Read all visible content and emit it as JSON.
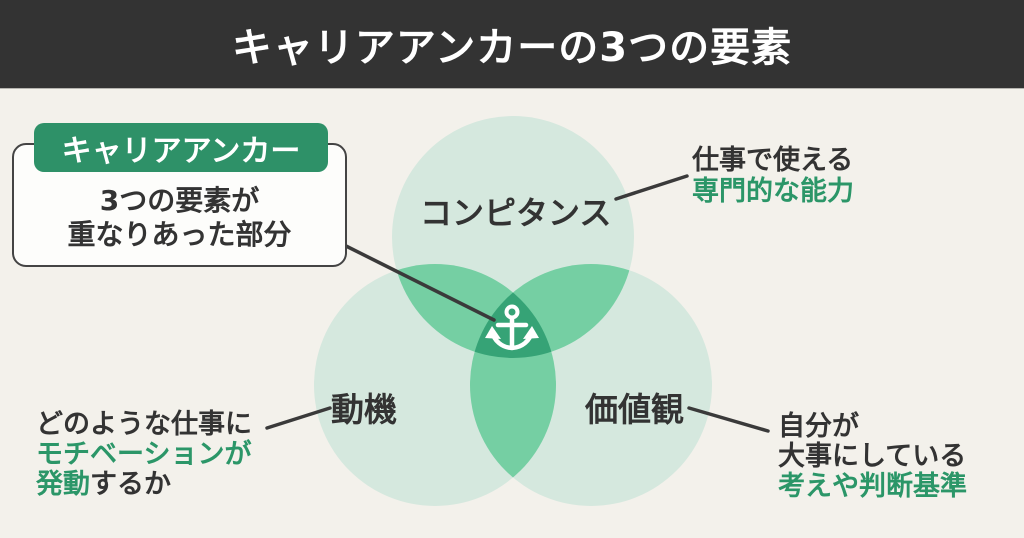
{
  "header": {
    "title": "キャリアアンカーの3つの要素"
  },
  "callout": {
    "badge": "キャリアアンカー",
    "line1": "3つの要素が",
    "line2": "重なりあった部分"
  },
  "venn": {
    "center_icon": "anchor-icon",
    "circles": [
      {
        "id": "competence",
        "label": "コンピタンス"
      },
      {
        "id": "motivation",
        "label": "動機"
      },
      {
        "id": "values",
        "label": "価値観"
      }
    ]
  },
  "annotations": {
    "competence": {
      "line1": "仕事で使える",
      "line2": "専門的な能力"
    },
    "motivation": {
      "line1": "どのような仕事に",
      "line2": "モチベーションが",
      "line3_green": "発動",
      "line3_dark": "するか"
    },
    "values": {
      "line1": "自分が",
      "line2": "大事にしている",
      "line3": "考えや判断基準"
    }
  },
  "colors": {
    "header_bg": "#333333",
    "page_bg": "#f3f1eb",
    "badge_green": "#2e9168",
    "text_green": "#2b9668",
    "text_dark": "#333333",
    "circle_light": "#d5e8de",
    "circle_pair_overlap": "#75cfa3",
    "circle_center_overlap": "#36a376",
    "connector_line": "#3a3a3a",
    "anchor_white": "#ffffff"
  }
}
